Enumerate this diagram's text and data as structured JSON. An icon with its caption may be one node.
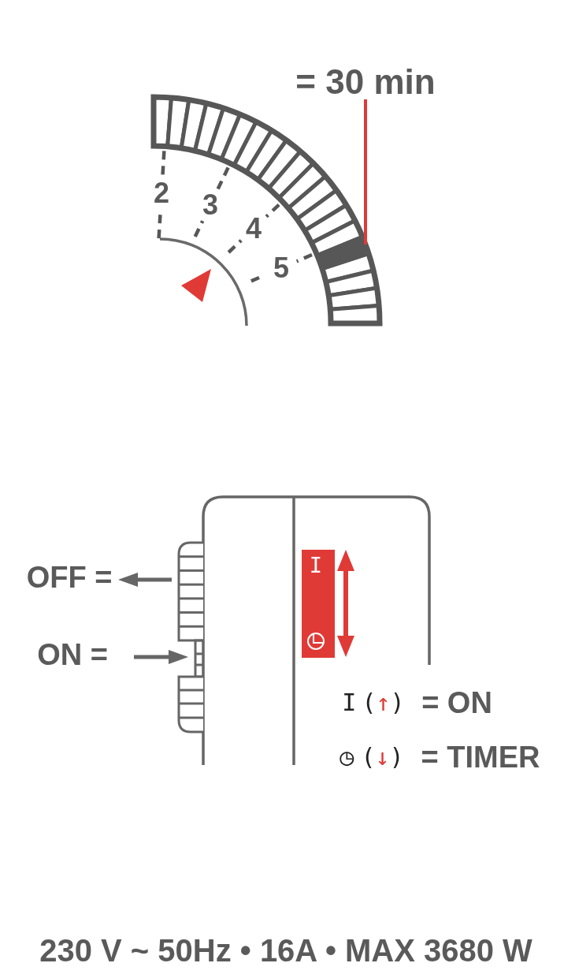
{
  "diagram": {
    "caption": "230 V ~ 50Hz • 16A • MAX 3680 W",
    "nodes": [
      {
        "text": [
          "= 30 min"
        ]
      },
      {
        "text": [],
        "shape": "bar"
      }
    ],
    "edges": [
      {
        "from": 0,
        "to": 1,
        "arrow": "none"
      }
    ],
    "labels": [
      "2",
      "3",
      "4",
      "5",
      "OFF =",
      "ON =",
      "I",
      "I (↑)",
      "= ON",
      "◷ (↓)",
      "= TIMER"
    ]
  }
}
